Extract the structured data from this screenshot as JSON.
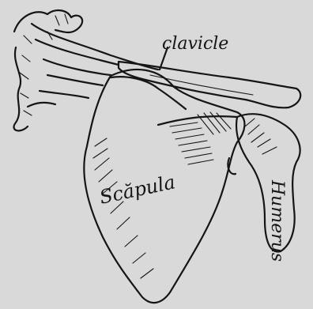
{
  "labels": {
    "clavicle": "clavicle",
    "scapula": "Scăpula",
    "humerus": "Humerus"
  },
  "colors": {
    "background": "#d9d9d9",
    "ink": "#151515"
  }
}
